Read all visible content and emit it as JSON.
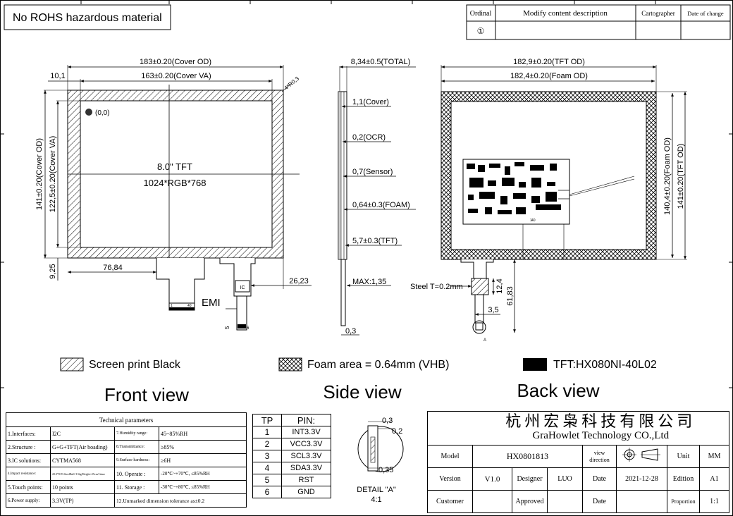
{
  "header": {
    "rohs_note": "No ROHS hazardous material",
    "revision": {
      "col_ordinal": "Ordinal",
      "col_description": "Modify content description",
      "col_cartographer": "Cartographer",
      "col_date": "Date of change",
      "row1_ordinal": "①"
    }
  },
  "front": {
    "dim_cover_od": "183±0.20(Cover OD)",
    "dim_cover_va": "163±0.20(Cover VA)",
    "dim_left_offset": "10,1",
    "dim_radius": "4*R0,3",
    "origin_label": "(0,0)",
    "center_line1": "8.0\" TFT",
    "center_line2": "1024*RGB*768",
    "dim_height_od": "141±0.20(Cover OD)",
    "dim_height_va": "122,5±0.20(Cover VA)",
    "dim_bottom_offset": "9,25",
    "dim_fpc_pos": "76,84",
    "dim_right_fpc": "26,23",
    "ic_label": "IC",
    "emi_label": "EMI",
    "fpc_pin_start": "1",
    "fpc_pin_end": "40",
    "dim_tail_5": "5",
    "dim_tail_6": "6"
  },
  "side": {
    "total": "8,34±0.5(TOTAL)",
    "layers": [
      "1,1(Cover)",
      "0,2(OCR)",
      "0,7(Sensor)",
      "0,64±0.3(FOAM)",
      "5,7±0.3(TFT)"
    ],
    "max": "MAX:1,35",
    "bottom": "0,3"
  },
  "back": {
    "dim_tft_od": "182,9±0.20(TFT OD)",
    "dim_foam_od": "182,4±0.20(Foam OD)",
    "dim_height_foam": "140,4±0.20(Foam OD)",
    "dim_height_tft": "141±0.20(TFT OD)",
    "steel": "Steel T=0.2mm",
    "dim_12_4": "12,4",
    "dim_61_83": "61,83",
    "dim_3_5": "3,5",
    "detail_marker": "A",
    "pcb_pin_1": "1",
    "pcb_pin_40": "40"
  },
  "legend": {
    "screen_print": "Screen print Black",
    "foam_area": "Foam area = 0.64mm (VHB)",
    "tft": "TFT:HX080NI-40L02"
  },
  "views": {
    "front": "Front view",
    "side": "Side view",
    "back": "Back view"
  },
  "tech": {
    "title": "Technical parameters",
    "rows": [
      [
        "1.Interfaces:",
        "I2C",
        "7.Humidity range:",
        "45~85%RH"
      ],
      [
        "2.Structure :",
        "G+G+TFT(Air boading)",
        "8.Transmittance:",
        "≥85%"
      ],
      [
        "3.IC solutions:",
        "CYTMA568",
        "9.Surface hardness:",
        "≥6H"
      ],
      [
        "4.Impact resistance:",
        "20.0*01N.SteelBall /132g/Height=25cm/1time",
        "10. Operate :",
        "-20℃~+70℃, ≤85%RH"
      ],
      [
        "5.Touch points:",
        "10 points",
        "11. Storage :",
        "-30℃~+80℃, ≤85%RH"
      ],
      [
        "6.Power supply:",
        "3.3V(TP)",
        "12.Unmarked dimension tolerance as±0.2",
        ""
      ]
    ]
  },
  "pins": {
    "col_tp": "TP",
    "col_pin": "PIN:",
    "rows": [
      [
        "1",
        "INT3.3V"
      ],
      [
        "2",
        "VCC3.3V"
      ],
      [
        "3",
        "SCL3.3V"
      ],
      [
        "4",
        "SDA3.3V"
      ],
      [
        "5",
        "RST"
      ],
      [
        "6",
        "GND"
      ]
    ]
  },
  "detail": {
    "dim_top": "0,3",
    "dim_mid": "0,2",
    "dim_bottom": "0,35",
    "title": "DETAIL \"A\"",
    "scale": "4:1"
  },
  "titleblock": {
    "company_cn": "杭州宏枭科技有限公司",
    "company_en": "GraHowlet Technology CO.,Ltd",
    "model_label": "Model",
    "model_value": "HX0801813",
    "view_direction": "view direction",
    "unit_label": "Unit",
    "unit_value": "MM",
    "version_label": "Version",
    "version_value": "V1.0",
    "designer_label": "Designer",
    "designer_value": "LUO",
    "date_label": "Date",
    "date_value": "2021-12-28",
    "edition_label": "Edition",
    "edition_value": "A1",
    "customer_label": "Customer",
    "approved_label": "Approved",
    "date2_label": "Date",
    "proportion_label": "Proportion",
    "proportion_value": "1:1"
  }
}
